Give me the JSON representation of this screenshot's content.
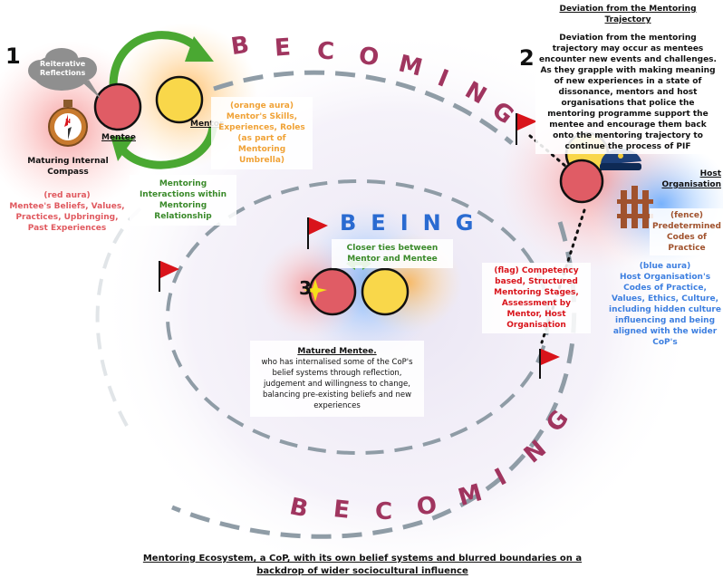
{
  "numbers": {
    "one": "1",
    "two": "2",
    "three": "3"
  },
  "becoming_top": [
    "B",
    "E",
    "C",
    "O",
    "M",
    "I",
    "N",
    "G"
  ],
  "becoming_bottom": [
    "B",
    "E",
    "C",
    "O",
    "M",
    "I",
    "N",
    "G"
  ],
  "being": [
    "B",
    "E",
    "I",
    "N",
    "G"
  ],
  "reflections_cloud": "Reiterative Reflections",
  "compass_letter": "N",
  "mentee_label": "Mentee",
  "mentor_label": "Mentor",
  "maturing_compass": "Maturing Internal Compass",
  "red_aura": {
    "title": "(red aura)",
    "body": "Mentee's Beliefs, Values, Practices, Upbringing, Past Experiences"
  },
  "orange_aura": {
    "title": "(orange aura)",
    "body": "Mentor's Skills, Experiences, Roles (as part of Mentoring Umbrella)"
  },
  "mentoring_interactions": "Mentoring Interactions within Mentoring Relationship",
  "deviation": {
    "title": "Deviation from the Mentoring Trajectory",
    "body": "Deviation from the mentoring trajectory may occur as mentees encounter new events and challenges. As they grapple with making meaning of new experiences in a state of dissonance, mentors and host organisations that police the mentoring programme support the mentee and encourage them back onto the mentoring trajectory to continue the process of PIF"
  },
  "host_org": "Host Organisation",
  "fence": {
    "title": "(fence)",
    "body": "Predetermined Codes of Practice"
  },
  "blue_aura": {
    "title": "(blue aura)",
    "body": "Host Organisation's Codes of Practice, Values, Ethics, Culture, including hidden culture influencing and being aligned with the wider CoP's"
  },
  "flag_note": {
    "title": "(flag)",
    "body": "Competency based, Structured Mentoring Stages, Assessment by Mentor, Host Organisation"
  },
  "closer_ties": "Closer ties between Mentor and Mentee",
  "matured": {
    "title": "Matured Mentee.",
    "body": "who has internalised some of the CoP's belief systems through reflection, judgement and willingness to change, balancing pre-existing beliefs and new experiences"
  },
  "caption": "Mentoring Ecosystem, a CoP, with its own belief systems and blurred boundaries on a backdrop of wider sociocultural influence",
  "colors": {
    "becoming": "#a0355f",
    "being": "#2a6bd1",
    "mentee_fill": "#e05c65",
    "mentor_fill": "#f9d74a",
    "green": "#4aa832",
    "flag_red": "#d9141b",
    "orange_text": "#f0a236",
    "red_text": "#e0595f",
    "blue_text": "#3d7fe0",
    "fence_brown": "#a0522d",
    "path_gray": "#8f9ca6"
  }
}
